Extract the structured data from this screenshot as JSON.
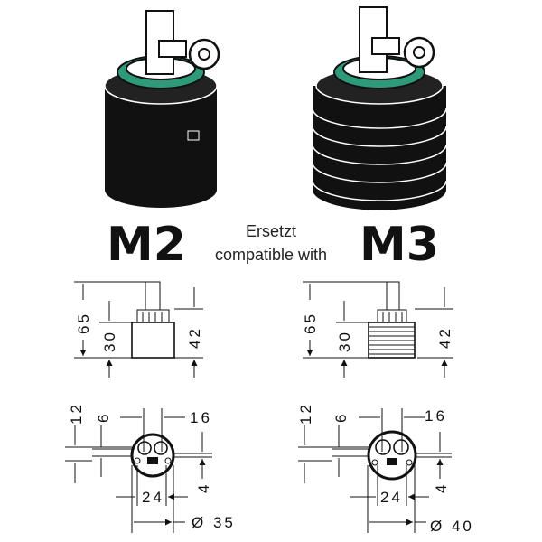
{
  "labels": {
    "left_model": "M2",
    "right_model": "M3",
    "replaces": "Ersetzt",
    "compatible": "compatible with"
  },
  "left_dims": {
    "total_height": "65",
    "body_height": "30",
    "upper_height": "42",
    "d12": "12",
    "d6": "6",
    "d16": "16",
    "d4": "4",
    "d24": "24",
    "diameter": "Ø 35"
  },
  "right_dims": {
    "total_height": "65",
    "body_height": "30",
    "upper_height": "42",
    "d12": "12",
    "d6": "6",
    "d16": "16",
    "d4": "4",
    "d24": "24",
    "diameter": "Ø 40"
  },
  "colors": {
    "ring": "#2e9a7a",
    "body": "#111111"
  }
}
